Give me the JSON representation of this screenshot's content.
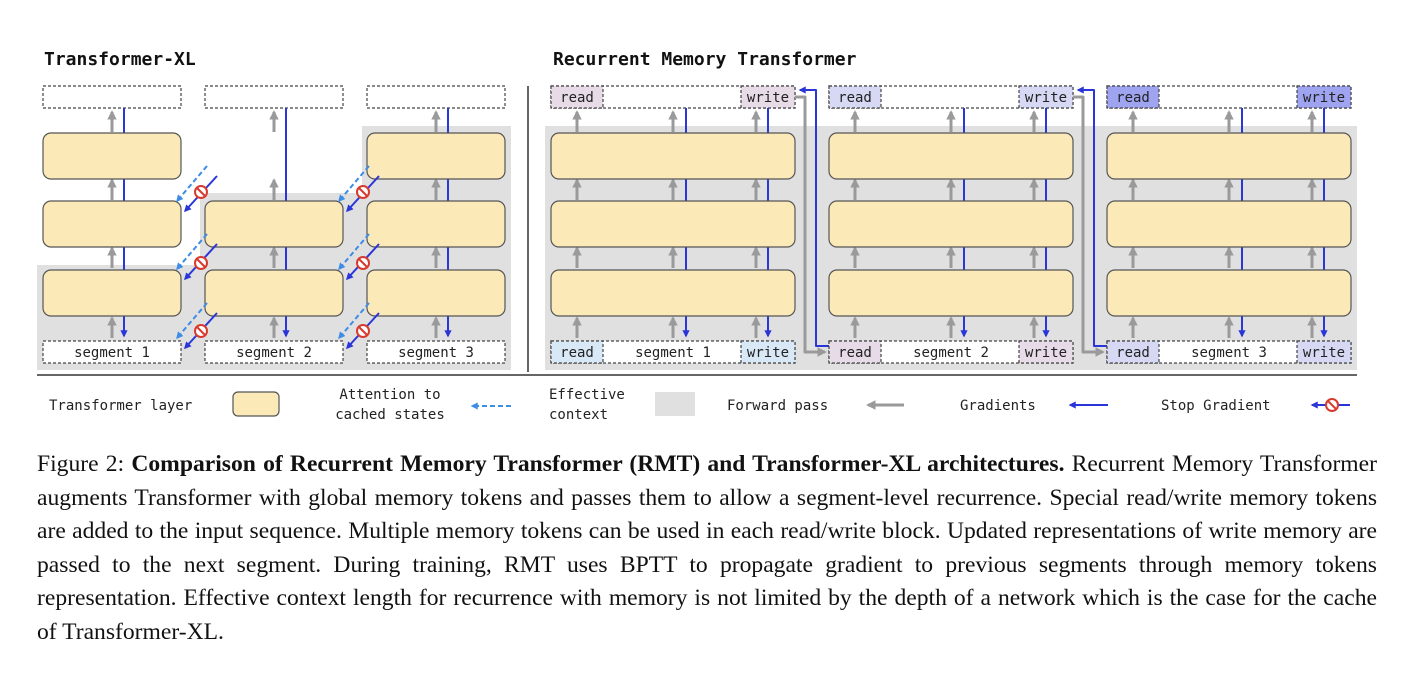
{
  "diagram": {
    "txl_title": "Transformer-XL",
    "rmt_title": "Recurrent Memory Transformer",
    "segment_labels": [
      "segment 1",
      "segment 2",
      "segment 3"
    ],
    "read_label": "read",
    "write_label": "write"
  },
  "legend": {
    "transformer_layer": "Transformer layer",
    "attention_line1": "Attention to",
    "attention_line2": "cached states",
    "effective_line1": "Effective",
    "effective_line2": "context",
    "forward_pass": "Forward pass",
    "gradients": "Gradients",
    "stop_gradient": "Stop Gradient"
  },
  "colors": {
    "layer_fill": "#fbe9b7",
    "context_fill": "#e0e0e0",
    "forward_arrow": "#9a9a9a",
    "gradient_arrow": "#2a36d8",
    "attention_arrow": "#3d8ce6",
    "stop_gradient": "#d93a2e",
    "memory_colors": [
      "#e6dbe6",
      "#d6d8f4",
      "#9ea4f0"
    ]
  },
  "caption": {
    "figure_label": "Figure 2:",
    "title": "Comparison of Recurrent Memory Transformer (RMT) and Transformer-XL architectures.",
    "body": "Recurrent Memory Transformer augments Transformer with global memory tokens and passes them to allow a segment-level recurrence. Special read/write memory tokens are added to the input sequence. Multiple memory tokens can be used in each read/write block. Updated representations of write memory are passed to the next segment. During training, RMT uses BPTT to propagate gradient to previous segments through memory tokens representation. Effective context length for recurrence with memory is not limited by the depth of a network which is the case for the cache of Transformer-XL."
  }
}
